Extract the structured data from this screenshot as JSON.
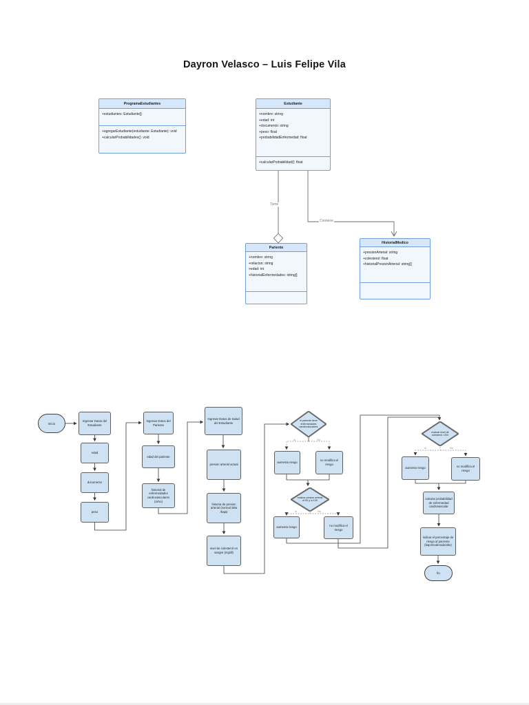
{
  "page": {
    "title": "Dayron Velasco – Luis Felipe Vila"
  },
  "uml": {
    "classes": [
      {
        "name": "ProgramaEstudiantes",
        "attributes": [
          "+estudiantes: Estudiante[]"
        ],
        "methods": [
          "+agregarEstudiante(estudiante: Estudiante): void",
          "+calcularProbabilidades(): void"
        ]
      },
      {
        "name": "Estudiante",
        "attributes": [
          "+nombre: string",
          "+edad: int",
          "+documento: string",
          "+peso: float",
          "+probabilidadEnfermedad: float"
        ],
        "methods": [
          "+calcularProbabilidad(): float"
        ]
      },
      {
        "name": "Pariente",
        "attributes": [
          "+nombre: string",
          "+relacion: string",
          "+edad: int",
          "+historialEnfermedades: string[]"
        ],
        "methods": []
      },
      {
        "name": "HistorialMedico",
        "attributes": [
          "+presionArterial: string",
          "+colesterol: float",
          "+historialPresionArterial: string[]"
        ],
        "methods": []
      }
    ],
    "relationships": [
      {
        "label": "Tiene",
        "type": "aggregation",
        "from": "Estudiante",
        "to": "Pariente"
      },
      {
        "label": "Contiene",
        "type": "directed",
        "from": "Estudiante",
        "to": "HistorialMedico"
      }
    ]
  },
  "flowchart": {
    "nodes": {
      "inicio": "inicio",
      "ingresar_datos_estudiante": "Ingresar Datos del Estudiante",
      "edad": "edad",
      "documento": "documento",
      "peso": "peso",
      "ingresar_datos_pariente": "Ingresar Datos del Pariente",
      "edad_pariente": "edad del pariente",
      "historial_enfermedades": "historial de enfermedades cardiovasculares (si/no)",
      "ingresar_datos_salud": "Ingresar Datos de Salud del Estudiante",
      "presion_actual": "presion arterial actual",
      "historia_presion": "historia de presion arterial (normal /alta /baja)",
      "nivel_colesterol": "nivel de colesterol en sangre (mg/dl)",
      "decision_pariente": "el pariente tiene enfermedades cardiovasculares",
      "aumenta_riesgo_1": "aumenta riesgo",
      "no_modifica_1": "no modifica el riesgo",
      "decision_presion": "evaluar presion arterial d>90 y s>130",
      "aumenta_riesgo_2": "aumenta riesgo",
      "no_modifica_2": "no modifica el riesgo",
      "decision_colesterol": "evaluar nivel de colesterol >200",
      "aumenta_riesgo_3": "aumenta riesgo",
      "no_modifica_3": "no modifica el riesgo",
      "calcular_probabilidad": "calcular probabilidad de enfermedad cardiovascular",
      "indicar_porcentaje": "indicar el porcentaje de riesgo al paciente (bajo/moderado/alto)",
      "fin": "fin"
    },
    "branch_labels": {
      "si": "si",
      "no": "No"
    }
  },
  "colors": {
    "uml_fill": "#f2f7fe",
    "uml_header_fill": "#d7e7fb",
    "uml_border": "#6f9fd8",
    "flow_fill": "#cfe2f3",
    "flow_border": "#5e5e5e",
    "connector": "#3a3a3a"
  }
}
